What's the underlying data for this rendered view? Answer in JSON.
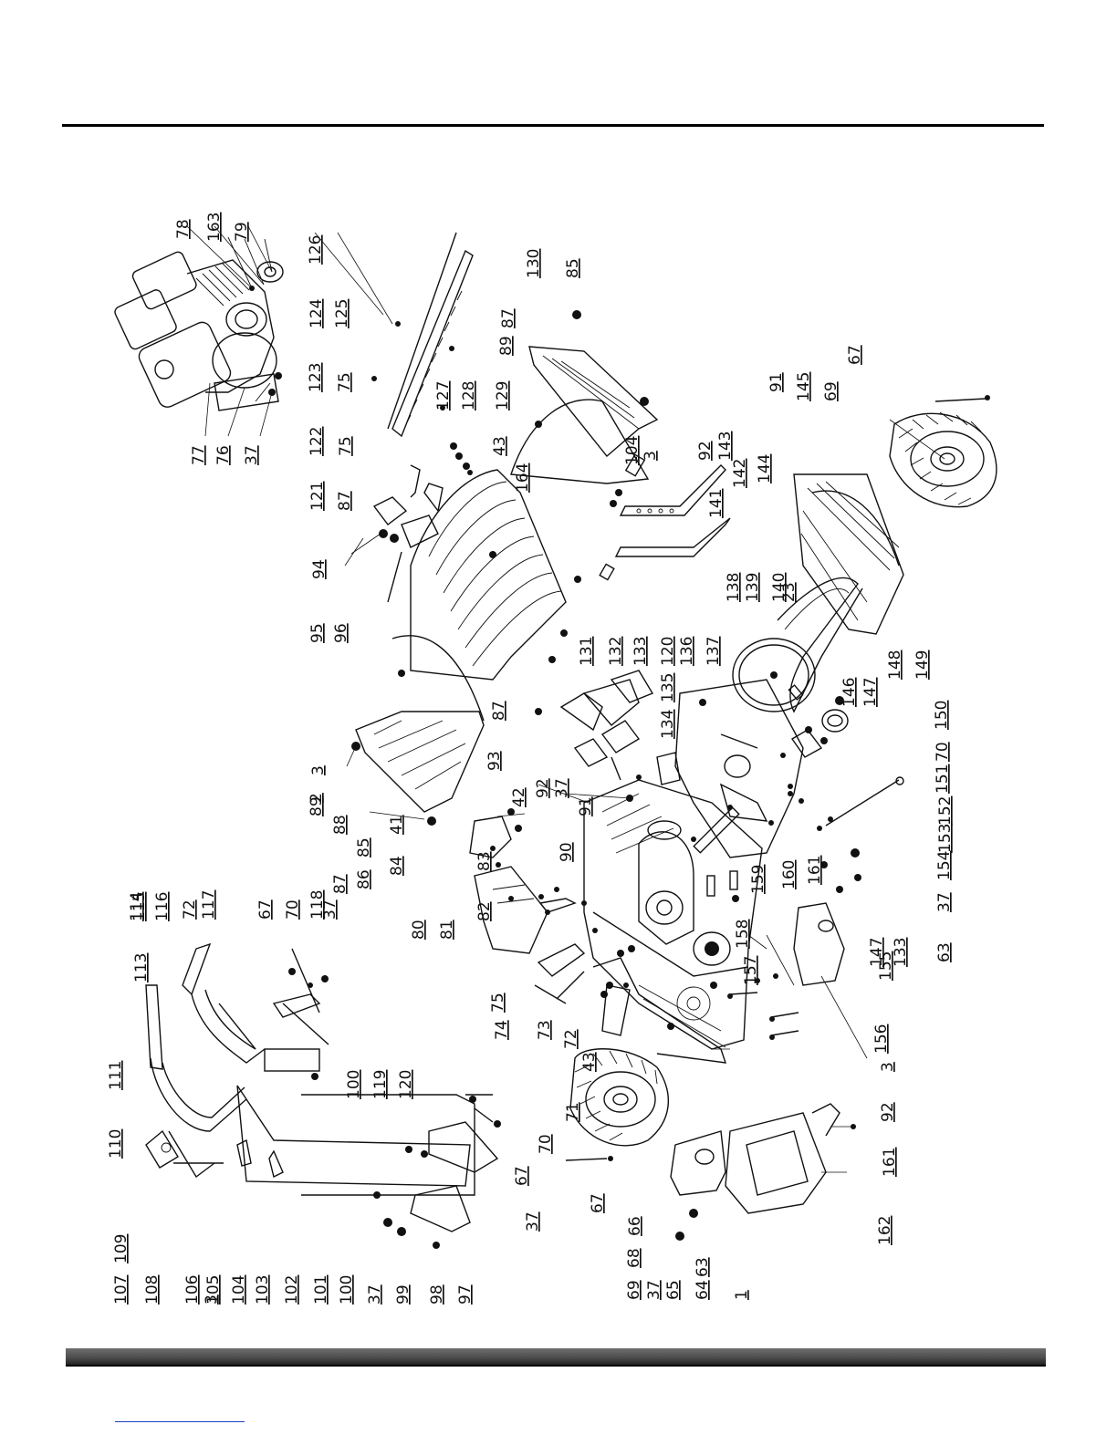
{
  "page": {
    "footer_link": ""
  },
  "callouts": {
    "left_column": [
      "113",
      "114",
      "115",
      "116",
      "72",
      "117",
      "67",
      "70",
      "118",
      "37",
      "100",
      "119",
      "120"
    ],
    "left_bottom": [
      "107",
      "108",
      "109",
      "110",
      "111",
      "106",
      "105",
      "3",
      "104",
      "103",
      "102",
      "101",
      "100",
      "37",
      "99",
      "98",
      "97"
    ],
    "center_mid": [
      "95",
      "96",
      "94",
      "121",
      "87",
      "122",
      "75",
      "123",
      "75",
      "124",
      "125",
      "126"
    ],
    "center_labels": [
      "89",
      "3",
      "2",
      "88",
      "87",
      "86",
      "85",
      "84",
      "41",
      "83",
      "82",
      "80",
      "81",
      "90",
      "91",
      "37",
      "92",
      "42",
      "93",
      "87"
    ],
    "center_bottom": [
      "75",
      "74",
      "73",
      "72",
      "43",
      "71",
      "70",
      "67",
      "37",
      "69",
      "68",
      "67",
      "66",
      "37",
      "65",
      "64",
      "63",
      "1"
    ],
    "upper_right": [
      "78",
      "163",
      "79",
      "77",
      "76",
      "37",
      "127",
      "128",
      "129",
      "43",
      "89",
      "87",
      "130",
      "85",
      "164",
      "104",
      "3",
      "92",
      "143",
      "141",
      "142",
      "144",
      "91",
      "145",
      "69",
      "67"
    ],
    "right_labels": [
      "131",
      "132",
      "133",
      "120",
      "135",
      "134",
      "136",
      "137",
      "138",
      "139",
      "140",
      "23",
      "146",
      "147",
      "148",
      "149",
      "150",
      "70",
      "151",
      "152",
      "153",
      "154",
      "37",
      "63",
      "133",
      "147",
      "161",
      "160",
      "159",
      "158",
      "157",
      "155",
      "156",
      "3",
      "92",
      "161",
      "162"
    ]
  },
  "colors": {
    "ink": "#111111",
    "rule": "#000000",
    "footer_bar": "#4a4a4a",
    "link": "#1a3fc4"
  }
}
